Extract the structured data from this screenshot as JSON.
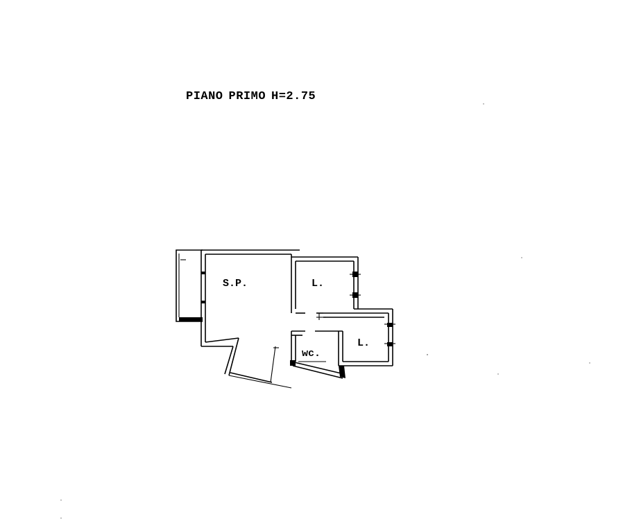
{
  "plan": {
    "title_parts": [
      "PIANO",
      "PRIMO",
      "H=2.75"
    ]
  },
  "rooms": [
    {
      "label": "S.P."
    },
    {
      "label": "L."
    },
    {
      "label": "wc."
    },
    {
      "label": "L."
    }
  ]
}
